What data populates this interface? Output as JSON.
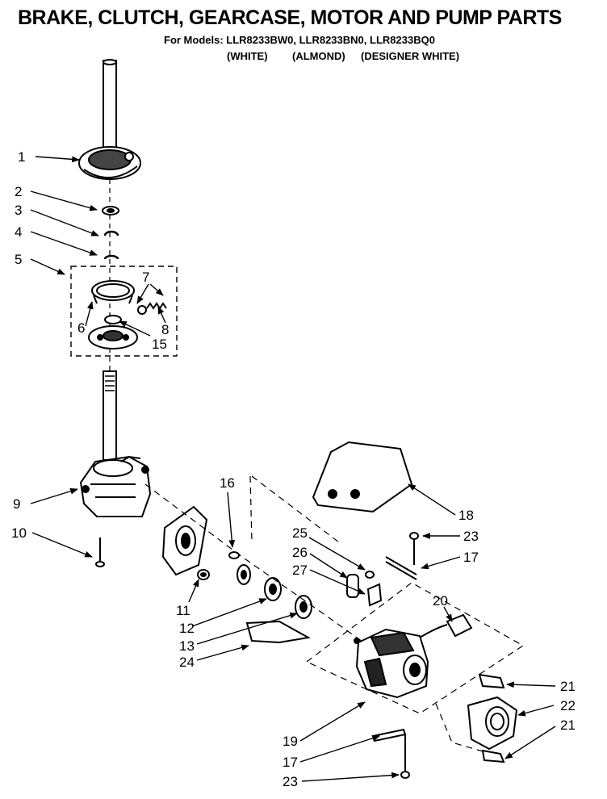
{
  "header": {
    "title": "BRAKE, CLUTCH, GEARCASE, MOTOR AND PUMP PARTS",
    "models_line": "For Models: LLR8233BW0, LLR8233BN0, LLR8233BQ0",
    "colors": [
      "(WHITE)",
      "(ALMOND)",
      "(DESIGNER WHITE)"
    ]
  },
  "callouts": [
    {
      "id": "c1",
      "text": "1"
    },
    {
      "id": "c2",
      "text": "2"
    },
    {
      "id": "c3",
      "text": "3"
    },
    {
      "id": "c4",
      "text": "4"
    },
    {
      "id": "c5",
      "text": "5"
    },
    {
      "id": "c6",
      "text": "6"
    },
    {
      "id": "c7",
      "text": "7"
    },
    {
      "id": "c8",
      "text": "8"
    },
    {
      "id": "c15",
      "text": "15"
    },
    {
      "id": "c9",
      "text": "9"
    },
    {
      "id": "c10",
      "text": "10"
    },
    {
      "id": "c16",
      "text": "16"
    },
    {
      "id": "c11",
      "text": "11"
    },
    {
      "id": "c12",
      "text": "12"
    },
    {
      "id": "c13",
      "text": "13"
    },
    {
      "id": "c24",
      "text": "24"
    },
    {
      "id": "c18",
      "text": "18"
    },
    {
      "id": "c25",
      "text": "25"
    },
    {
      "id": "c23a",
      "text": "23"
    },
    {
      "id": "c26",
      "text": "26"
    },
    {
      "id": "c17a",
      "text": "17"
    },
    {
      "id": "c27",
      "text": "27"
    },
    {
      "id": "c20",
      "text": "20"
    },
    {
      "id": "c21a",
      "text": "21"
    },
    {
      "id": "c22",
      "text": "22"
    },
    {
      "id": "c21b",
      "text": "21"
    },
    {
      "id": "c19",
      "text": "19"
    },
    {
      "id": "c17b",
      "text": "17"
    },
    {
      "id": "c23b",
      "text": "23"
    }
  ]
}
